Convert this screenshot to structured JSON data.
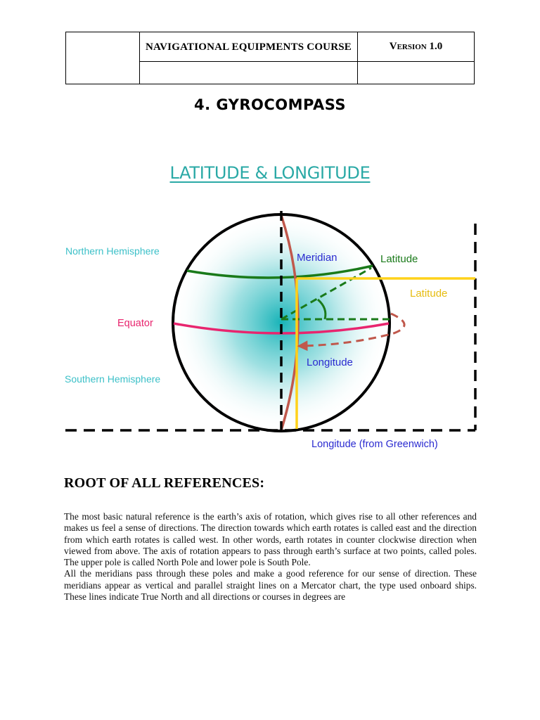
{
  "header": {
    "course_title": "NAVIGATIONAL EQUIPMENTS COURSE",
    "version_label": "Version",
    "version_number": "1.0"
  },
  "section_title": "4. GYROCOMPASS",
  "figure": {
    "title": "LATITUDE & LONGITUDE",
    "labels": {
      "northern_hemisphere": "Northern Hemisphere",
      "equator": "Equator",
      "southern_hemisphere": "Southern Hemisphere",
      "meridian": "Meridian",
      "latitude_arc": "Latitude",
      "latitude_line": "Latitude",
      "longitude": "Longitude",
      "longitude_greenwich": "Longitude (from Greenwich)"
    },
    "colors": {
      "title": "#2aa9a6",
      "hemisphere_labels": "#3cc0c8",
      "equator": "#e8256e",
      "latitude_parallel": "#1a7a1a",
      "latitude_yellow": "#ffd21a",
      "meridian_line": "#c0584c",
      "blue_labels": "#2a2ad0",
      "globe_fill": "#17b3b8"
    }
  },
  "root_heading": "ROOT OF ALL REFERENCES:",
  "paragraphs": [
    "The most basic natural reference is the earth’s axis of rotation, which gives rise to all other references and makes us feel a sense of directions. The direction towards which earth rotates is called east and the direction from which earth rotates is called west. In other words, earth rotates in counter clockwise direction when viewed from above. The axis of rotation appears to pass through earth’s surface at two points, called poles. The upper pole is called North Pole and lower pole is South Pole.",
    "All the meridians pass through these poles and make a good reference for our sense of direction. These meridians appear as vertical and parallel straight lines on a Mercator chart, the type used onboard ships. These lines indicate True North and all directions or courses in degrees are"
  ]
}
